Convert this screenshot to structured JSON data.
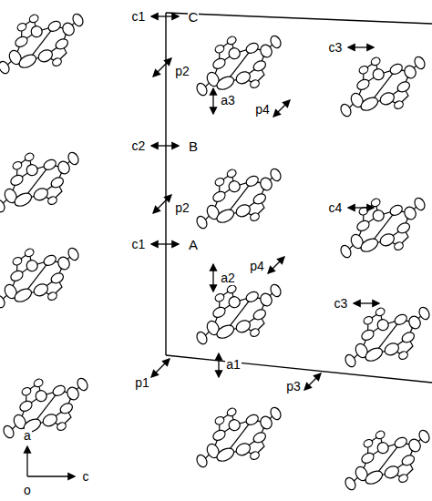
{
  "diagram": {
    "labels": [
      "c1",
      "C",
      "c3",
      "p2",
      "a3",
      "p4",
      "c2",
      "B",
      "p2",
      "c4",
      "a2",
      "p4",
      "c1",
      "A",
      "c3",
      "a1",
      "p1",
      "p3",
      "a",
      "o",
      "c"
    ]
  }
}
